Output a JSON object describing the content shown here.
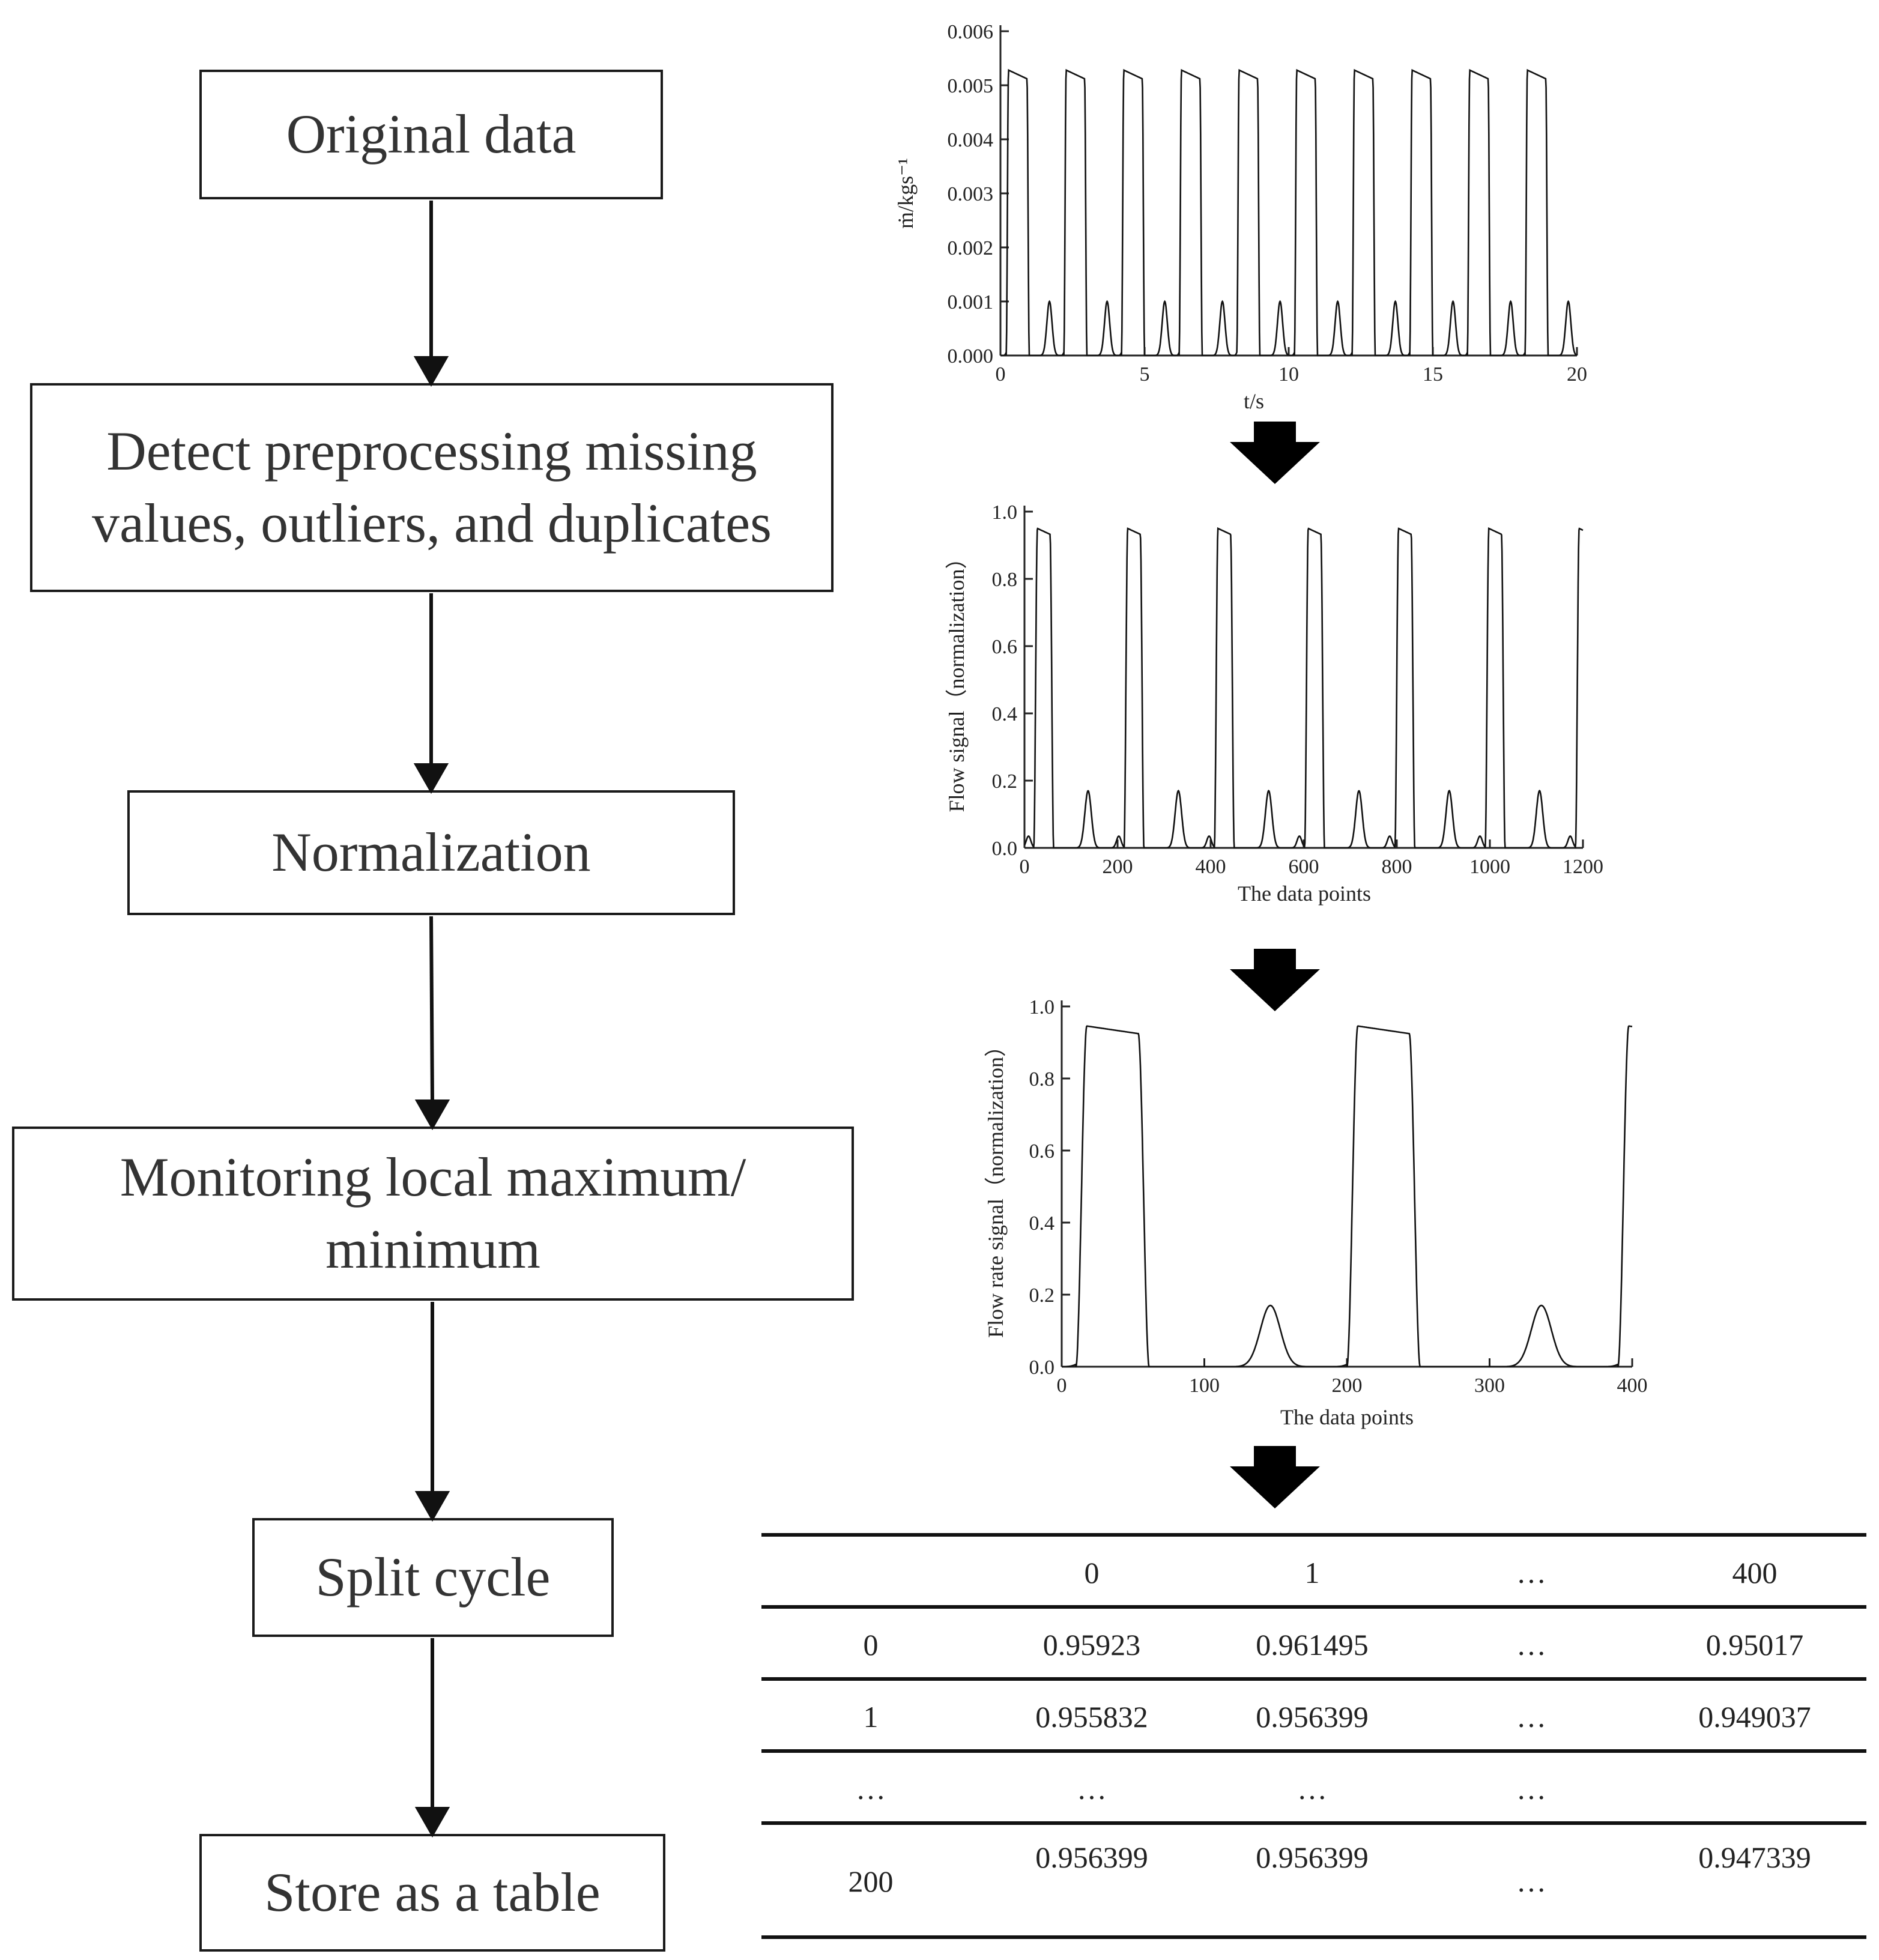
{
  "flowchart": {
    "steps": [
      {
        "lines": [
          "Original data"
        ]
      },
      {
        "lines": [
          "Detect preprocessing missing",
          "values, outliers, and duplicates"
        ]
      },
      {
        "lines": [
          "Normalization"
        ]
      },
      {
        "lines": [
          "Monitoring local maximum/",
          "minimum"
        ]
      },
      {
        "lines": [
          "Split cycle"
        ]
      },
      {
        "lines": [
          "Store as a table"
        ]
      }
    ]
  },
  "chart_data": [
    {
      "type": "line",
      "xlabel": "t/s",
      "ylabel": "ṁ/kgs⁻¹",
      "xlim": [
        0,
        20
      ],
      "ylim": [
        0,
        0.006
      ],
      "xticks": [
        "0",
        "5",
        "10",
        "15",
        "20"
      ],
      "yticks": [
        "0.000",
        "0.001",
        "0.002",
        "0.003",
        "0.004",
        "0.005",
        "0.006"
      ],
      "signal": {
        "period": 2.0,
        "phase": 0.2,
        "duty": 0.4,
        "peak": 0.0053,
        "plateau": 0.0049,
        "bumps": [
          {
            "offset": 0.7,
            "height": 0.001,
            "width": 0.09
          },
          {
            "offset": 1.3,
            "height": 0.00025,
            "width": 0.06
          }
        ]
      },
      "grid": false
    },
    {
      "type": "line",
      "xlabel": "The data points",
      "ylabel": "Flow signal（normalization）",
      "xlim": [
        0,
        1200
      ],
      "ylim": [
        0,
        1.0
      ],
      "xticks": [
        "0",
        "200",
        "400",
        "600",
        "800",
        "1000",
        "1200"
      ],
      "yticks": [
        "0.0",
        "0.2",
        "0.4",
        "0.6",
        "0.8",
        "1.0"
      ],
      "signal": {
        "period": 194,
        "phase": 20,
        "duty": 0.22,
        "peak": 0.955,
        "plateau": 0.9,
        "bumps": [
          {
            "offset": 74,
            "height": 0.17,
            "width": 7
          },
          {
            "offset": 140,
            "height": 0.035,
            "width": 5
          }
        ]
      },
      "grid": false
    },
    {
      "type": "line",
      "xlabel": "The data points",
      "ylabel": "Flow rate signal（normalization）",
      "xlim": [
        0,
        400
      ],
      "ylim": [
        0,
        1.0
      ],
      "xticks": [
        "0",
        "100",
        "200",
        "300",
        "400"
      ],
      "yticks": [
        "0.0",
        "0.2",
        "0.4",
        "0.6",
        "0.8",
        "1.0"
      ],
      "signal": {
        "period": 190,
        "phase": 10,
        "duty": 0.27,
        "peak": 0.95,
        "plateau": 0.89,
        "bumps": [
          {
            "offset": 85,
            "height": 0.17,
            "width": 7
          },
          {
            "offset": 150,
            "height": 0.04,
            "width": 6
          }
        ]
      },
      "grid": false
    },
    {
      "type": "table",
      "columns": [
        "",
        "0",
        "1",
        "…",
        "400"
      ],
      "rows": [
        [
          "0",
          "0.95923",
          "0.961495",
          "…",
          "0.95017"
        ],
        [
          "1",
          "0.955832",
          "0.956399",
          "…",
          "0.949037"
        ],
        [
          "…",
          "…",
          "…",
          "…",
          ""
        ],
        [
          "200",
          "0.956399",
          "0.956399",
          "…",
          "0.947339"
        ]
      ]
    }
  ]
}
